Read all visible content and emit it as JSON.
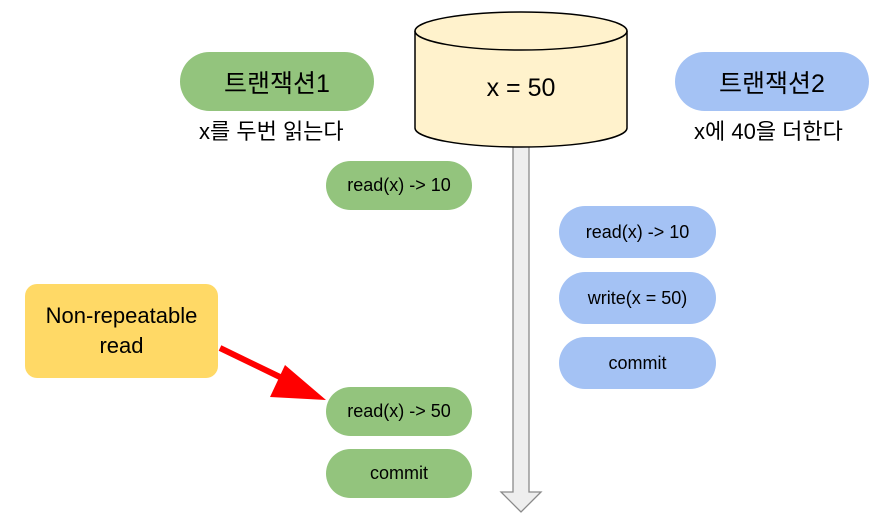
{
  "database": {
    "label": "x = 50"
  },
  "transaction1": {
    "title": "트랜잭션1",
    "description": "x를 두번 읽는다",
    "steps": [
      "read(x) -> 10",
      "read(x) -> 50",
      "commit"
    ]
  },
  "transaction2": {
    "title": "트랜잭션2",
    "description": "x에 40을 더한다",
    "steps": [
      "read(x) -> 10",
      "write(x = 50)",
      "commit"
    ]
  },
  "annotation": {
    "label": "Non-repeatable read"
  },
  "colors": {
    "transaction1": "#93c47d",
    "transaction2": "#a4c2f4",
    "database": "#fff2cc",
    "annotation": "#ffd966",
    "arrow": "#ff0000",
    "timeline": "#eeeeee"
  }
}
